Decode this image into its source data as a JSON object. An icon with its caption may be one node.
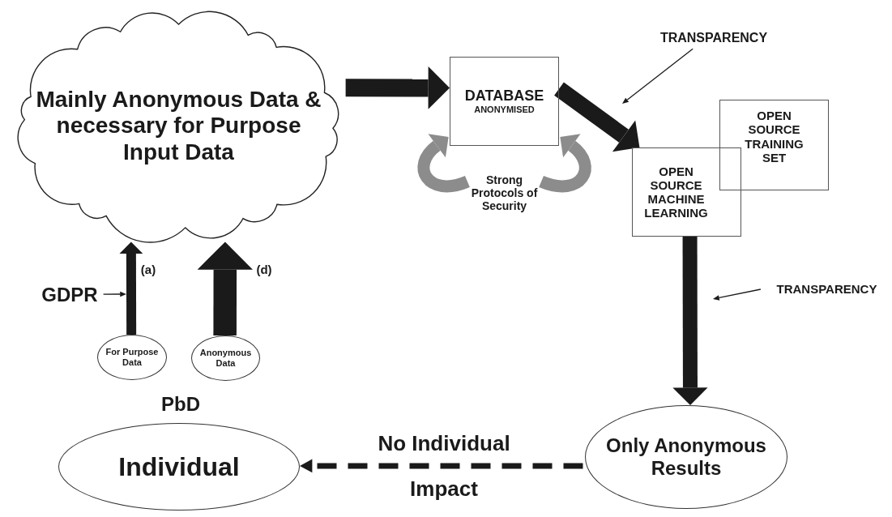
{
  "diagram": {
    "nodes": [
      {
        "text": [
          "Mainly Anonymous Data & necessary for Purpose Input Data"
        ]
      },
      {
        "text": [
          "TRANSPARENCY"
        ]
      },
      {
        "text": [
          "DATABASE",
          "ANONYMISED"
        ]
      },
      {
        "text": [
          "OPEN SOURCE TRAINING SET"
        ]
      },
      {
        "text": [
          "OPEN SOURCE MACHINE LEARNING"
        ]
      },
      {
        "text": [
          "Strong Protocols of Security"
        ]
      },
      {
        "text": [
          "TRANSPARENCY"
        ]
      },
      {
        "text": [
          "GDPR"
        ]
      },
      {
        "text": [
          "For Purpose Data"
        ]
      },
      {
        "text": [
          "Anonymous Data"
        ]
      },
      {
        "text": [
          "Individual"
        ],
        "beside": [
          "PbD"
        ]
      },
      {
        "text": [
          "Only Anonymous Results"
        ]
      }
    ],
    "edges": [
      {
        "from": 0,
        "to": 2,
        "arrow": "to"
      },
      {
        "from": 2,
        "to": 4,
        "arrow": "to"
      },
      {
        "from": 4,
        "to": 11,
        "arrow": "to"
      },
      {
        "from": 11,
        "to": 10,
        "arrow": "to",
        "style": "dashed",
        "label": "No Individual Impact"
      },
      {
        "from": 8,
        "to": 0,
        "arrow": "to",
        "label": "(a)"
      },
      {
        "from": 9,
        "to": 0,
        "arrow": "to",
        "style": "thick",
        "label": "(d)"
      },
      {
        "from": 5,
        "to": 2,
        "arrow": "to",
        "color": "#8c8c8c"
      },
      {
        "from": 5,
        "to": 2,
        "arrow": "to",
        "color": "#8c8c8c"
      },
      {
        "from": 1,
        "to": null,
        "arrow": "to"
      },
      {
        "from": 6,
        "to": null,
        "arrow": "to"
      },
      {
        "from": 7,
        "to": null,
        "arrow": "to"
      }
    ]
  }
}
